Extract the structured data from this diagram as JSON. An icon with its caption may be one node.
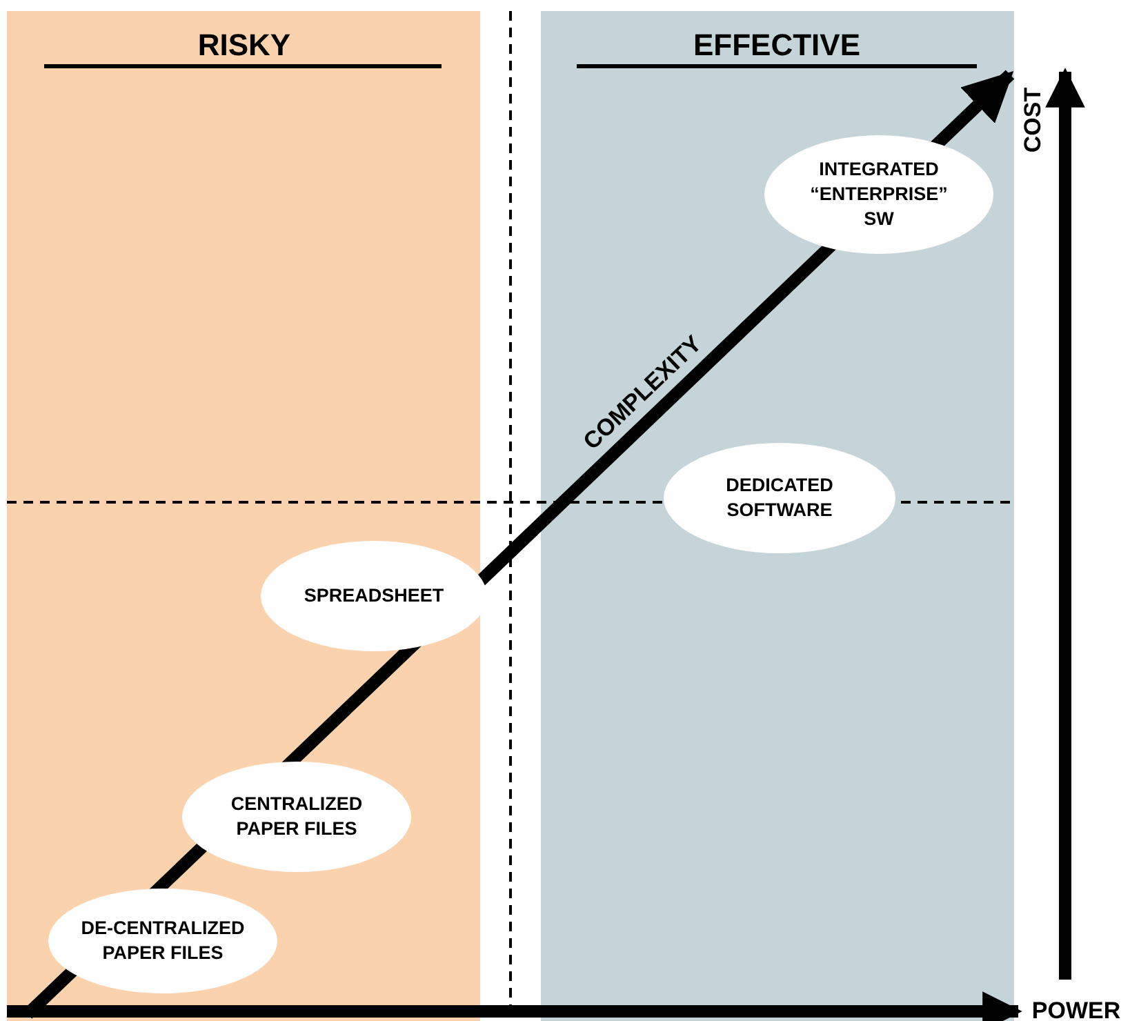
{
  "diagram": {
    "nodes": [
      {
        "text": [
          "DE-CENTRALIZED PAPER FILES"
        ]
      },
      {
        "text": [
          "CENTRALIZED PAPER FILES"
        ]
      },
      {
        "text": [
          "SPREADSHEET"
        ]
      },
      {
        "text": [
          "DEDICATED SOFTWARE"
        ]
      },
      {
        "text": [
          "INTEGRATED “ENTERPRISE” SW"
        ]
      }
    ],
    "labels": [
      "RISKY",
      "EFFECTIVE",
      "COMPLEXITY",
      "COST",
      "POWER"
    ]
  }
}
